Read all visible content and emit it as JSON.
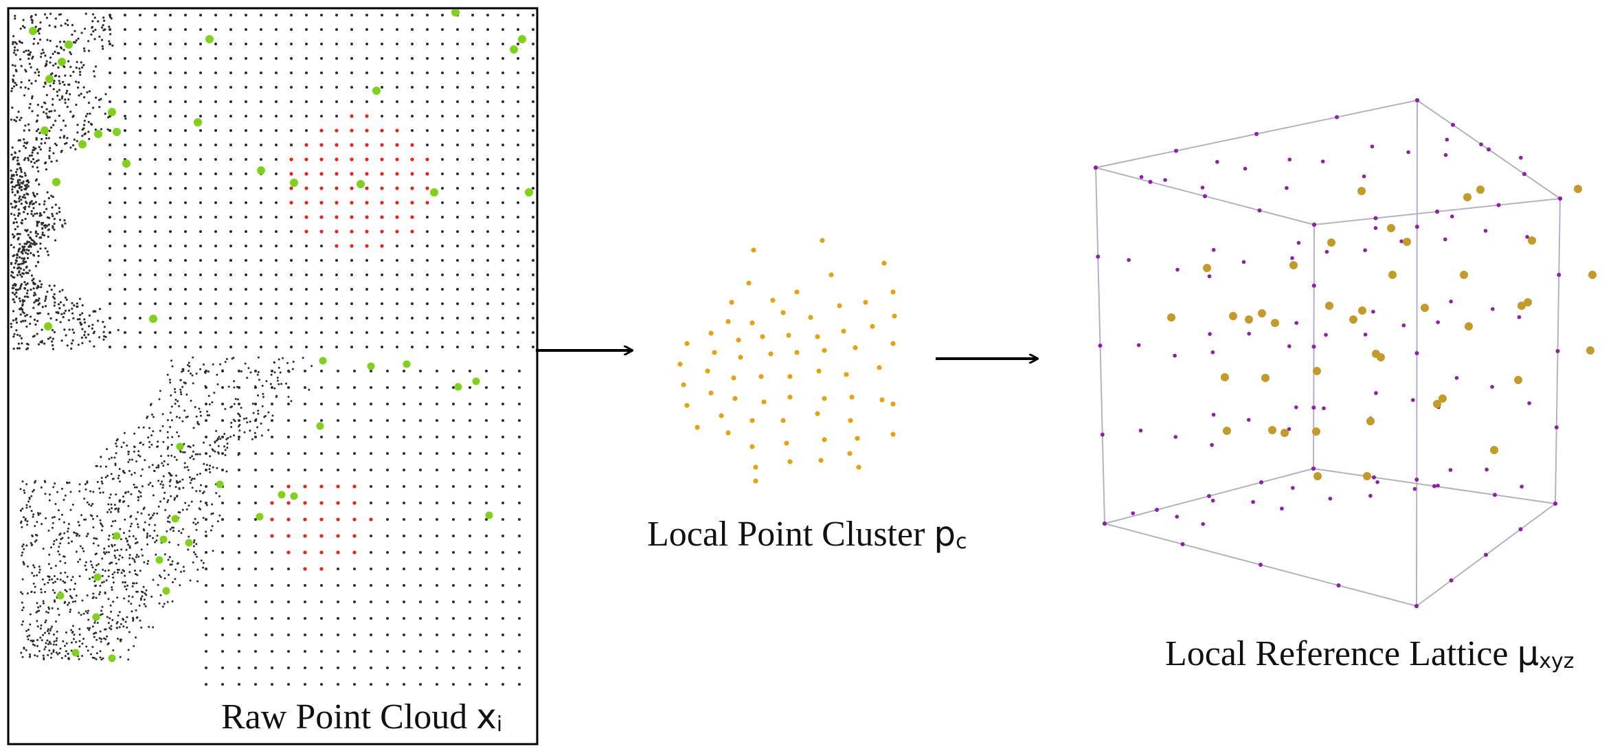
{
  "colors": {
    "frame": "#000000",
    "raw_point": "#2b2b2b",
    "keypoint": "#7fd11b",
    "neighborhood": "#e8231c",
    "cluster_point": "#e3a317",
    "lattice_node": "#8e1fa6",
    "lattice_edge": "#b8b0c2",
    "lattice_sample": "#c29b2a",
    "arrow": "#000000"
  },
  "panels": {
    "raw": {
      "label": "Raw Point Cloud",
      "symbol": "x",
      "subscript": "i"
    },
    "cluster": {
      "label": "Local Point Cluster",
      "symbol": "p",
      "subscript": "c"
    },
    "lattice": {
      "label": "Local Reference Lattice",
      "symbol": "μ",
      "subscript": "xyz"
    }
  },
  "arrows": [
    {
      "name": "raw-to-cluster"
    },
    {
      "name": "cluster-to-lattice"
    }
  ]
}
